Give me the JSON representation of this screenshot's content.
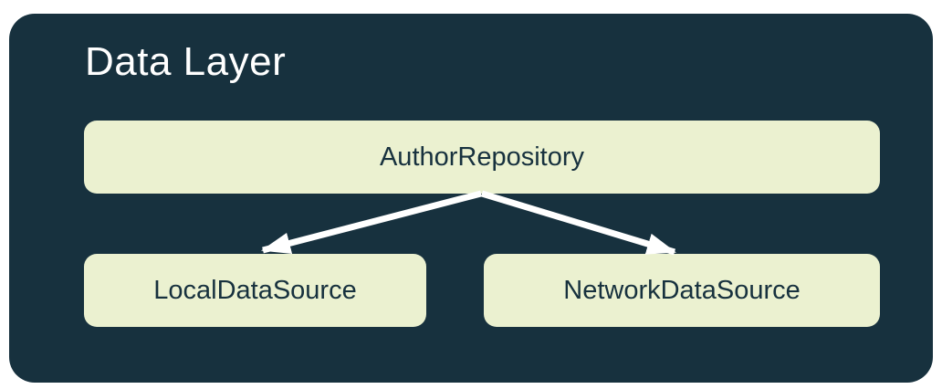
{
  "diagram": {
    "title": "Data Layer",
    "nodes": {
      "repository": {
        "label": "AuthorRepository"
      },
      "local": {
        "label": "LocalDataSource"
      },
      "network": {
        "label": "NetworkDataSource"
      }
    },
    "edges": [
      {
        "from": "AuthorRepository",
        "to": "LocalDataSource",
        "style": "arrow"
      },
      {
        "from": "AuthorRepository",
        "to": "NetworkDataSource",
        "style": "arrow"
      }
    ],
    "colors": {
      "page_bg": "#FFFFFF",
      "container_bg": "#17313E",
      "node_bg": "#EBF1D0",
      "node_text": "#17313E",
      "title_text": "#FFFFFF",
      "arrow": "#FFFFFF"
    }
  }
}
